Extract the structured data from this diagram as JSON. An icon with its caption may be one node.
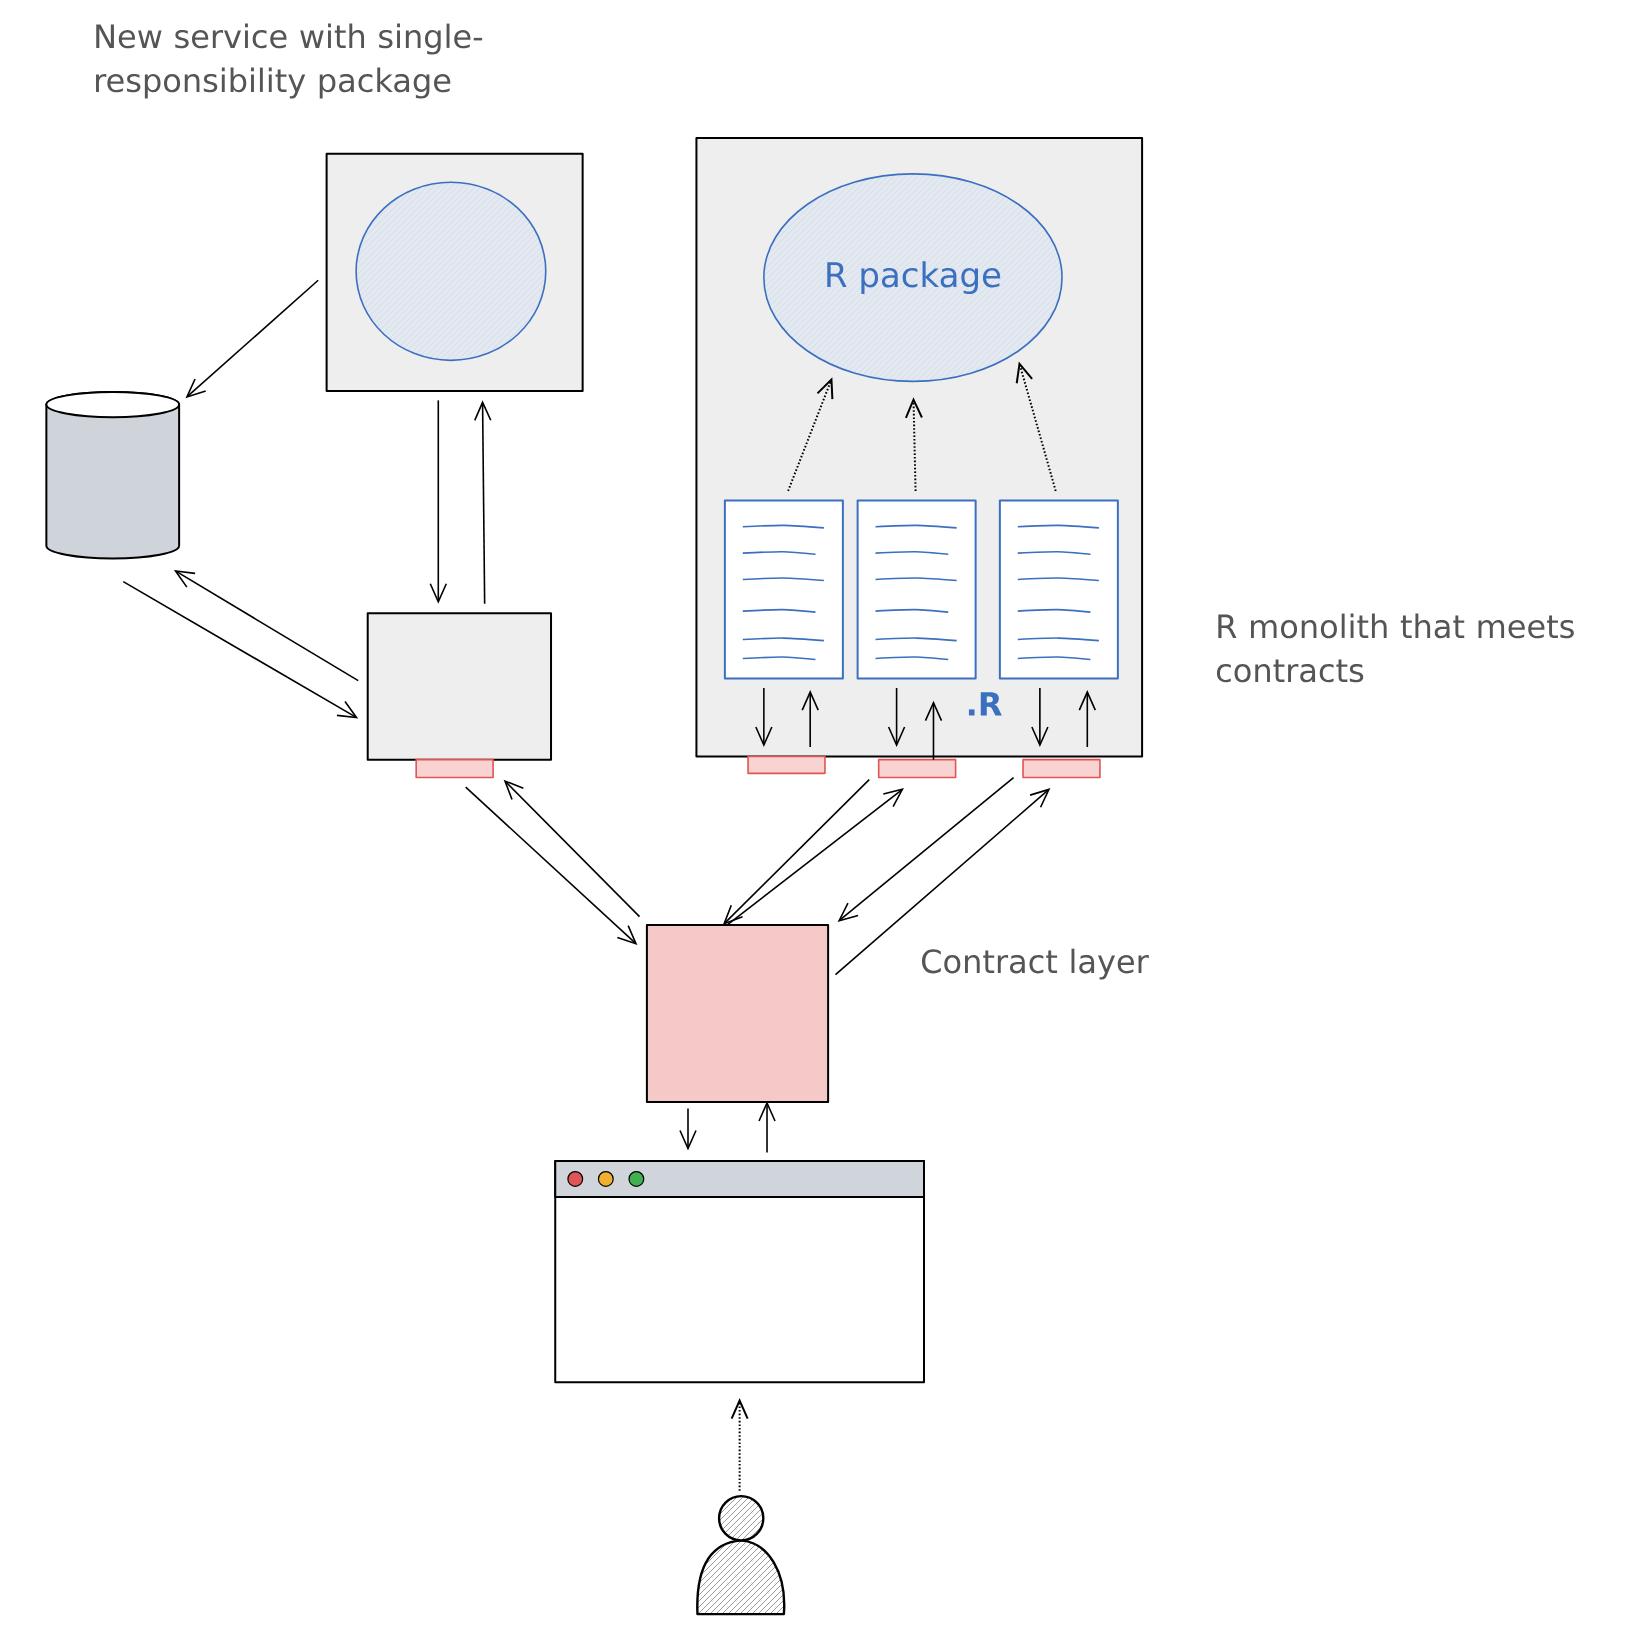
{
  "diagram": {
    "nodes": [
      {
        "text": [],
        "shape": "box",
        "beside": [
          "New service with single-responsibility package"
        ]
      },
      {
        "text": [],
        "shape": "circle",
        "in": 0
      },
      {
        "text": [],
        "shape": "cylinder"
      },
      {
        "text": [],
        "shape": "box"
      },
      {
        "text": [],
        "shape": "bar"
      },
      {
        "text": [],
        "shape": "box",
        "beside": [
          "R monolith that meets contracts"
        ]
      },
      {
        "text": [
          "R package"
        ],
        "in": 5
      },
      {
        "text": [],
        "shape": "document",
        "in": 5
      },
      {
        "text": [],
        "shape": "document",
        "in": 5
      },
      {
        "text": [],
        "shape": "document",
        "in": 5
      },
      {
        "text": [],
        "shape": "bar"
      },
      {
        "text": [],
        "shape": "bar"
      },
      {
        "text": [],
        "shape": "bar"
      },
      {
        "text": [],
        "shape": "box",
        "beside": [
          "Contract layer"
        ]
      },
      {
        "text": [],
        "shape": "window"
      },
      {
        "text": [],
        "shape": "person"
      }
    ],
    "edges": [
      {
        "from": 0,
        "to": 2,
        "arrow": "to"
      },
      {
        "from": 0,
        "to": 3,
        "arrow": "to"
      },
      {
        "from": 3,
        "to": 0,
        "arrow": "to"
      },
      {
        "from": 2,
        "to": 3,
        "arrow": "to"
      },
      {
        "from": 3,
        "to": 2,
        "arrow": "to"
      },
      {
        "from": 4,
        "to": 13,
        "arrow": "to"
      },
      {
        "from": 13,
        "to": 4,
        "arrow": "to"
      },
      {
        "from": 7,
        "to": 6,
        "arrow": "to",
        "style": "dashed"
      },
      {
        "from": 8,
        "to": 6,
        "arrow": "to",
        "style": "dashed"
      },
      {
        "from": 9,
        "to": 6,
        "arrow": "to",
        "style": "dashed"
      },
      {
        "from": 7,
        "to": 10,
        "arrow": "to"
      },
      {
        "from": 10,
        "to": 7,
        "arrow": "to"
      },
      {
        "from": 8,
        "to": 11,
        "arrow": "to"
      },
      {
        "from": 11,
        "to": 8,
        "arrow": "to"
      },
      {
        "from": 9,
        "to": 12,
        "arrow": "to"
      },
      {
        "from": 12,
        "to": 9,
        "arrow": "to"
      },
      {
        "from": 11,
        "to": 13,
        "arrow": "to"
      },
      {
        "from": 13,
        "to": 11,
        "arrow": "to"
      },
      {
        "from": 12,
        "to": 13,
        "arrow": "to"
      },
      {
        "from": 13,
        "to": 12,
        "arrow": "to"
      },
      {
        "from": 13,
        "to": 14,
        "arrow": "to"
      },
      {
        "from": 14,
        "to": 13,
        "arrow": "to"
      },
      {
        "from": 15,
        "to": 14,
        "arrow": "to",
        "style": "dashed"
      }
    ],
    "labels": [
      ".R"
    ]
  }
}
